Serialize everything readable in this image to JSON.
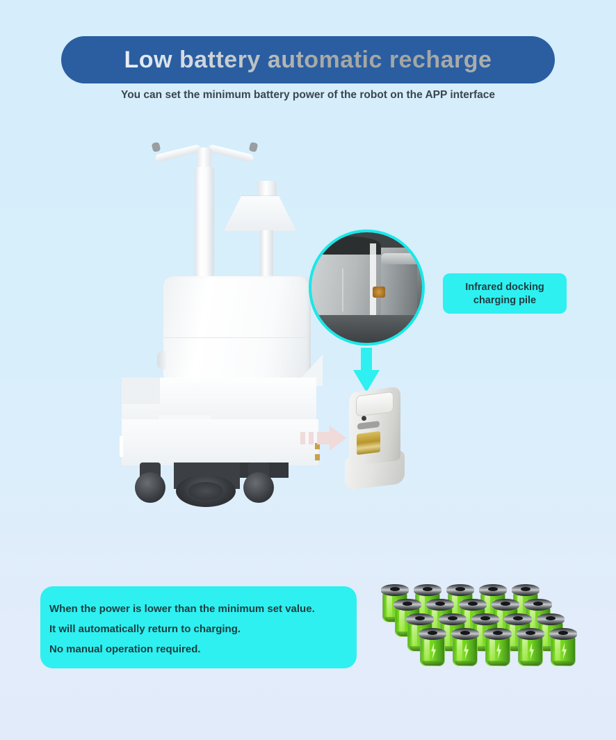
{
  "header": {
    "title": "Low battery automatic recharge",
    "subtitle": "You can set the minimum battery power of the robot on the APP interface",
    "pill_color": "#2a5ea1"
  },
  "callout": {
    "line1": "Infrared docking",
    "line2": "charging pile",
    "bg_color": "#2ef0f0"
  },
  "info_box": {
    "line1": "When the power is lower than the minimum set value.",
    "line2": "It will automatically return to charging.",
    "line3": "No manual operation required.",
    "bg_color": "#2ef0f0"
  },
  "illustration": {
    "robot_name": "disinfection-robot",
    "charging_pile_name": "charging-pile",
    "circle_photo_name": "docking-closeup-photo",
    "down_arrow_color": "#2ef0f0",
    "pink_arrow_color": "#f0dada"
  },
  "battery_grid": {
    "rows": 4,
    "columns": 5,
    "total": 20,
    "fill_color": "#6ed219",
    "cap_color": "#2c2e30"
  },
  "background": {
    "top_color": "#d6eefb",
    "bottom_color": "#e1ebfa"
  }
}
